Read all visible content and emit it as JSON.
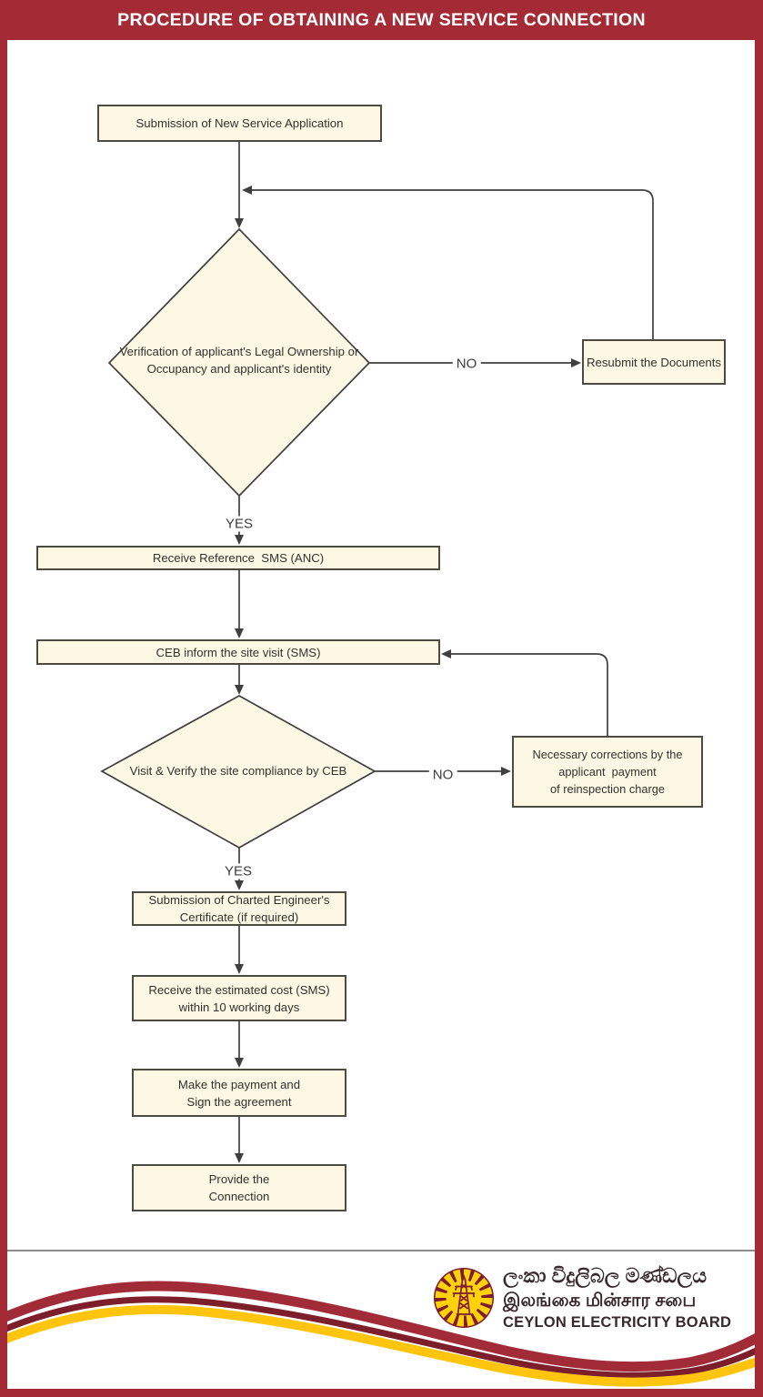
{
  "header": {
    "title": "PROCEDURE OF OBTAINING A NEW SERVICE CONNECTION"
  },
  "flowchart": {
    "nodes": {
      "submission": {
        "line1": "Submission of New Service Application"
      },
      "verification": {
        "line1": "Verification of applicant's Legal Ownership or",
        "line2": "Occupancy and applicant's identity"
      },
      "resubmit": {
        "line1": "Resubmit the Documents"
      },
      "receive_ref": {
        "line1": "Receive Reference  SMS (ANC)"
      },
      "ceb_inform": {
        "line1": "CEB inform the site visit (SMS)"
      },
      "visit_verify": {
        "line1": "Visit & Verify the site compliance by CEB"
      },
      "corrections": {
        "line1": "Necessary corrections by the",
        "line2": "applicant  payment",
        "line3": "of reinspection charge"
      },
      "charted": {
        "line1": "Submission of Charted Engineer's",
        "line2": "Certificate (if required)"
      },
      "estimated": {
        "line1": "Receive the estimated cost (SMS)",
        "line2": "within 10 working days"
      },
      "payment": {
        "line1": "Make the payment and",
        "line2": "Sign the agreement"
      },
      "provide": {
        "line1": "Provide the",
        "line2": "Connection"
      }
    },
    "labels": {
      "yes1": "YES",
      "no1": "NO",
      "yes2": "YES",
      "no2": "NO"
    }
  },
  "footer": {
    "logo_icon": "ceb-sun-pylon-logo",
    "sinhala": "ලංකා විදුලිබල මණ්ඩලය",
    "tamil": "இலங்கை மின்சார சபை",
    "english": "CEYLON ELECTRICITY BOARD"
  },
  "colors": {
    "accent_red": "#a42b35",
    "dark_maroon": "#7c1f2a",
    "brand_yellow": "#ffc40d",
    "node_fill": "#fcf8e4",
    "line_color": "#3f3f3f"
  }
}
